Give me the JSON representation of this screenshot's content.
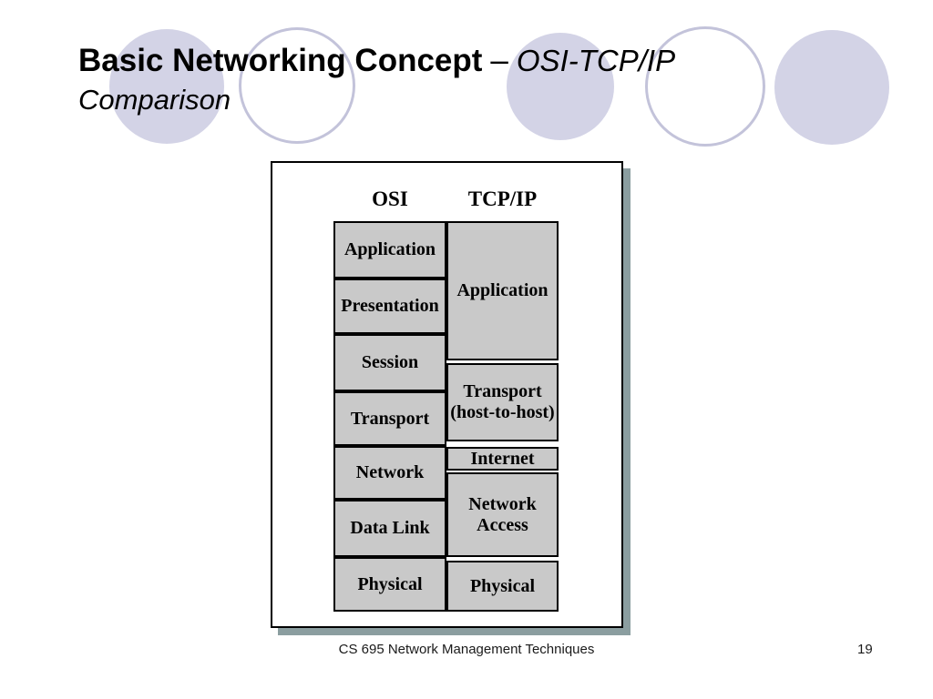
{
  "slide": {
    "title": {
      "main": "Basic Networking Concept",
      "separator": "–",
      "subtitle_inline": "OSI-TCP/IP",
      "subtitle_line2": "Comparison"
    },
    "footer": {
      "course": "CS 695 Network Management Techniques",
      "page_number": "19"
    }
  },
  "diagram": {
    "headers": {
      "left": "OSI",
      "right": "TCP/IP"
    },
    "osi_layers": [
      "Application",
      "Presentation",
      "Session",
      "Transport",
      "Network",
      "Data Link",
      "Physical"
    ],
    "tcpip_layers": [
      "Application",
      "Transport (host-to-host)",
      "Internet",
      "Network Access",
      "Physical"
    ]
  },
  "colors": {
    "circle_fill": "#d3d3e6",
    "circle_ring": "#c3c3da",
    "layer_box_fill": "#c9c9c9",
    "layer_box_border": "#000000",
    "frame_shadow": "#8b9ea0",
    "text": "#000000"
  }
}
